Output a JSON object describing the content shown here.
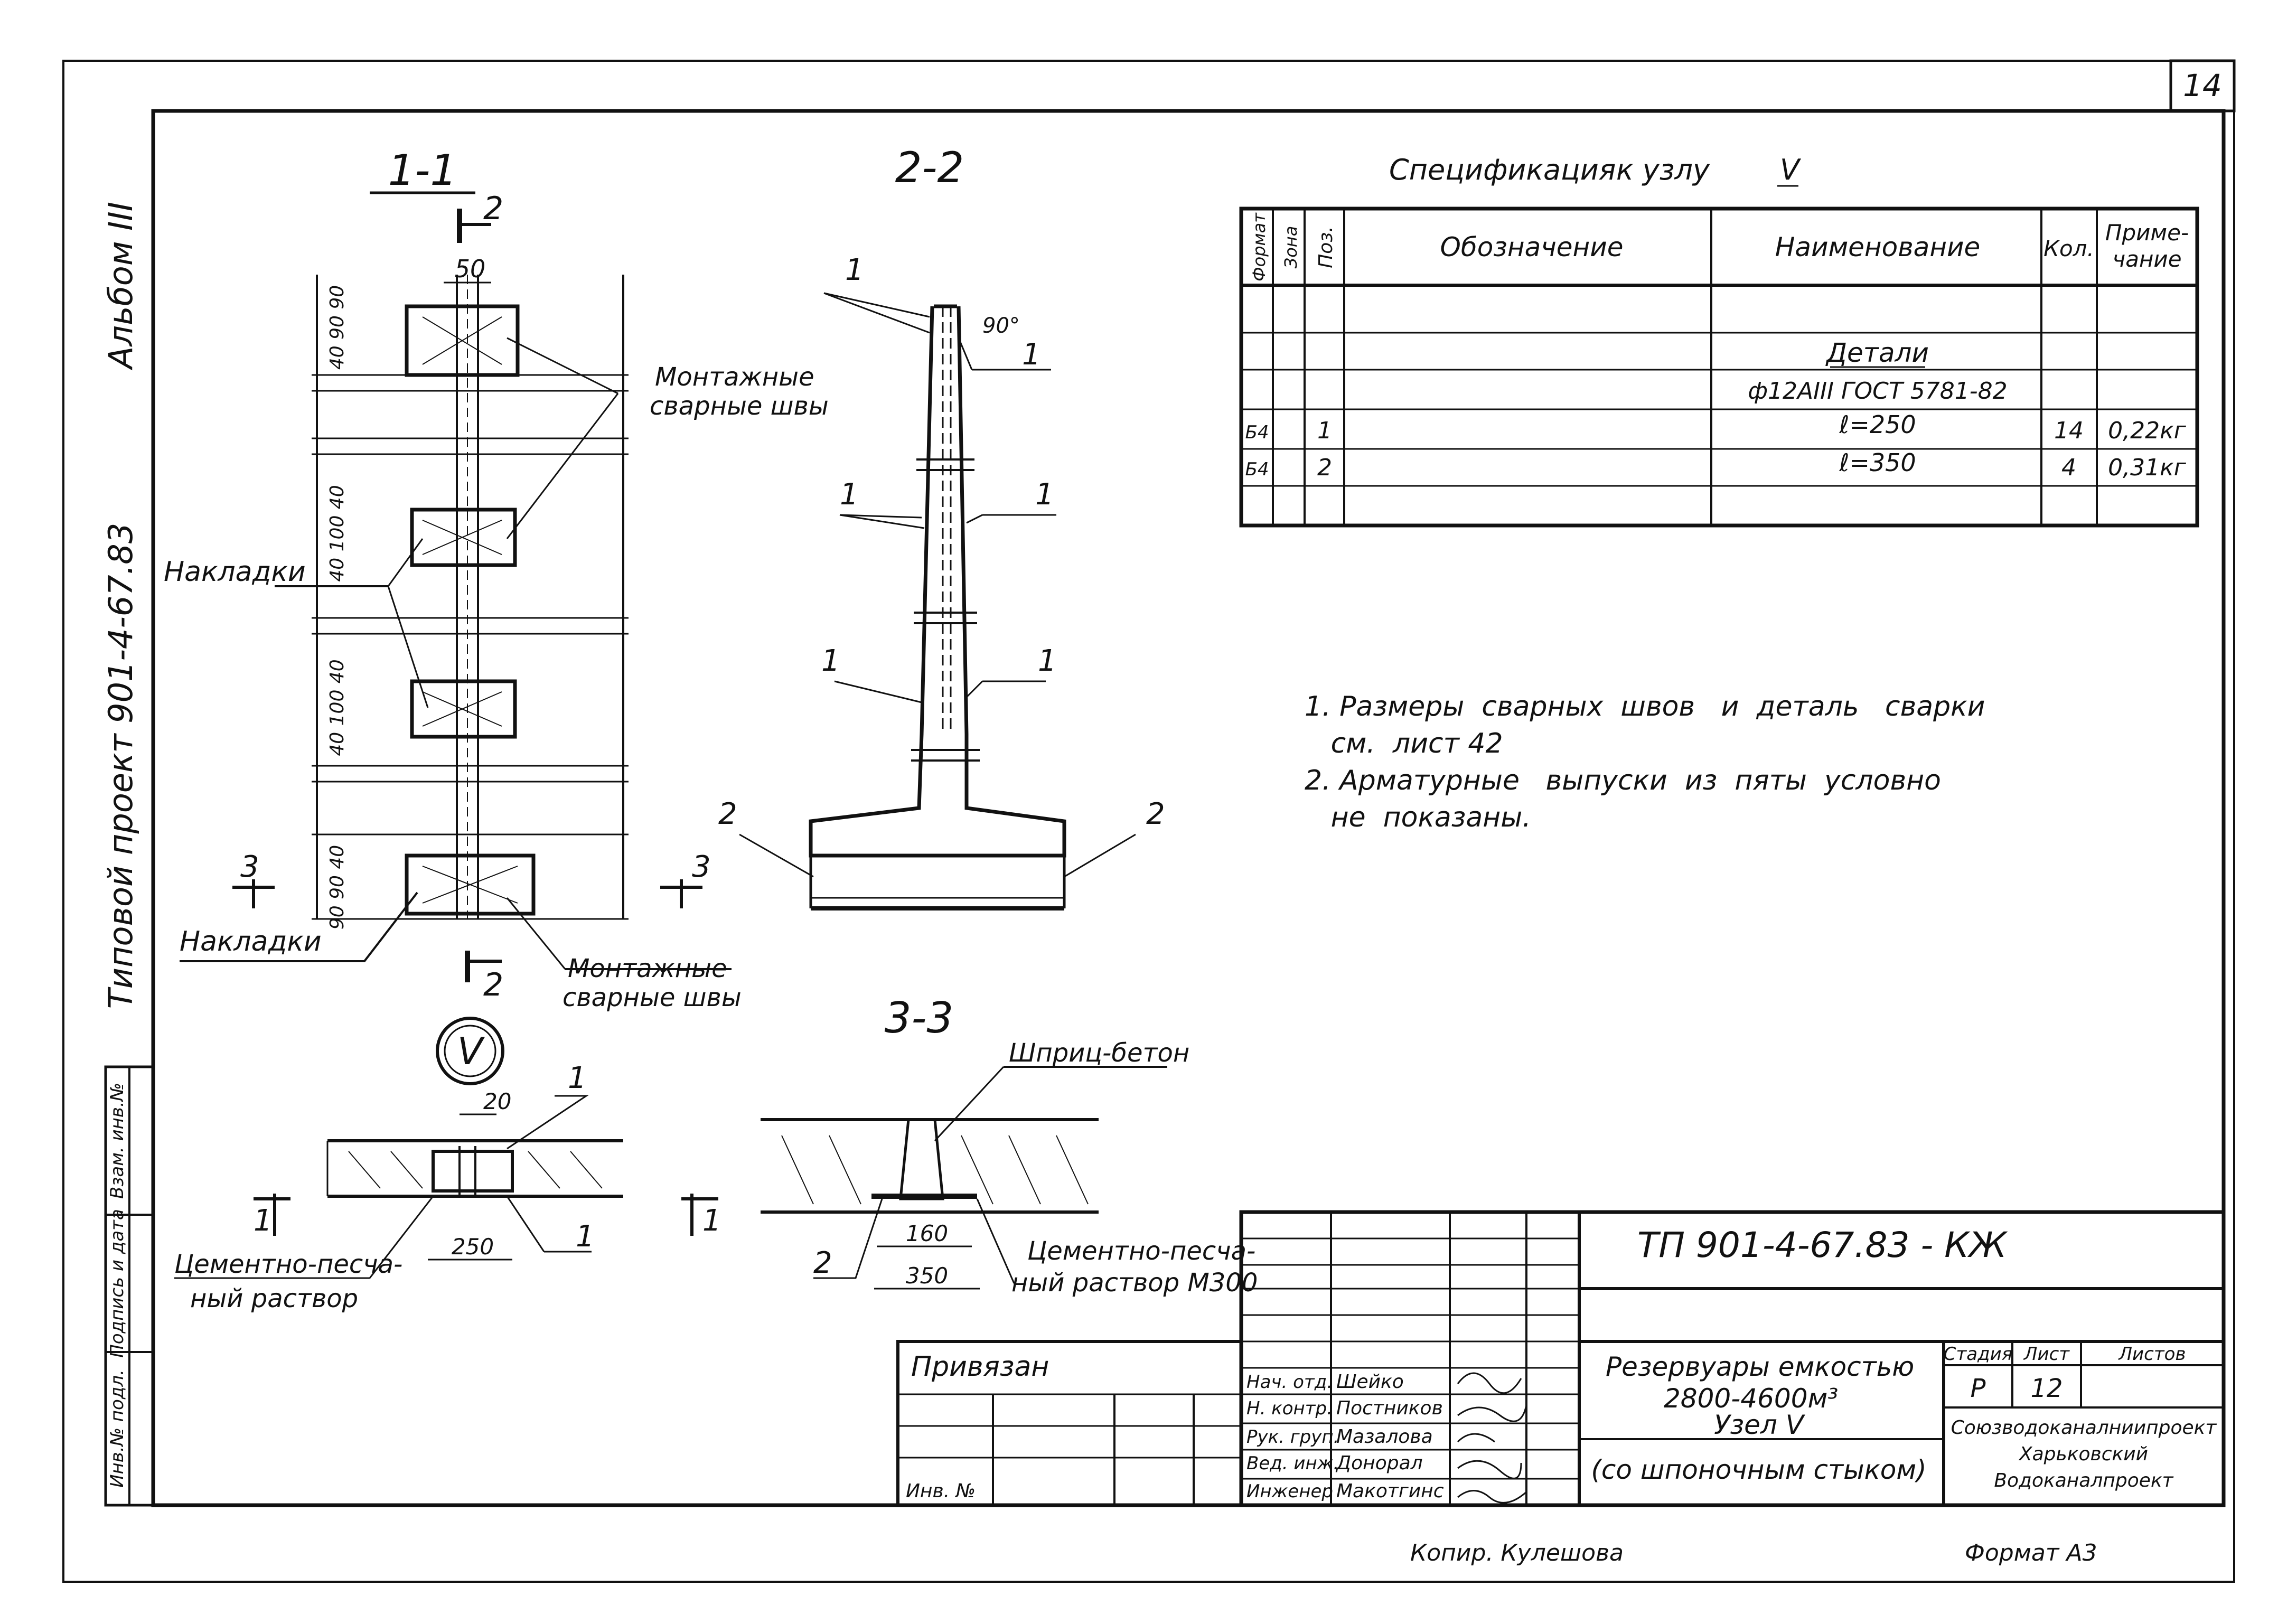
{
  "sheet": {
    "sheet_number": "14",
    "copied_by": "Копир.  Кулешова",
    "format": "Формат  А3"
  },
  "side_stamp": {
    "album": "Альбом III",
    "project": "Типовой проект 901-4-67.83",
    "cells": [
      "Взам. инв.№",
      "Подпись и дата",
      "Инв.№ подл."
    ]
  },
  "sections": {
    "s11": "1-1",
    "s22": "2-2",
    "s33": "3-3",
    "node": "V"
  },
  "labels": {
    "mount_welds": "Монтажные",
    "mount_welds2": "сварные швы",
    "overlays": "Накладки",
    "overlays2": "Накладки",
    "mount_welds_b": "Монтажные",
    "mount_welds_b2": "сварные швы",
    "shotcrete": "Шприц-бетон",
    "mortar_a": "Цементно-песча-",
    "mortar_a2": "ный раствор",
    "mortar_b": "Цементно-песча-",
    "mortar_b2": "ный раствор М300"
  },
  "dims": {
    "d50": "50",
    "d20": "20",
    "d250": "250",
    "d160": "160",
    "d350": "350",
    "angle": "90°",
    "v1": "40 90 90",
    "v2": "40 100 40",
    "v3": "40 100 40",
    "v4": "90 90 40"
  },
  "marks": {
    "one": "1",
    "two": "2",
    "three": "3"
  },
  "spec": {
    "title": "Спецификация",
    "title2": "к узлу",
    "title_node": "V",
    "headers": [
      "Формат",
      "Зона",
      "Поз.",
      "Обозначение",
      "Наименование",
      "Кол.",
      "Приме-",
      "чание"
    ],
    "group_title": "Детали",
    "material": "ф12АIII  ГОСТ 5781-82",
    "rows": [
      {
        "format": "Б4",
        "pos": "1",
        "name": "ℓ=250",
        "qty": "14",
        "note": "0,22кг"
      },
      {
        "format": "Б4",
        "pos": "2",
        "name": "ℓ=350",
        "qty": "4",
        "note": "0,31кг"
      }
    ]
  },
  "notes": [
    "1. Размеры  сварных  швов   и  деталь   сварки",
    "   см.  лист 42",
    "2. Арматурные   выпуски  из  пяты  условно",
    "   не  показаны."
  ],
  "title_block": {
    "code": "ТП 901-4-67.83 - КЖ",
    "privyazan": "Привязан",
    "inv": "Инв. №",
    "roles": [
      "Нач. отд.",
      "Н. контр.",
      "Рук. груп.",
      "Вед. инж.",
      "Инженер"
    ],
    "names": [
      "Шейко",
      "Постников",
      "Мазалова",
      "Донорал",
      "Макотгинс"
    ],
    "object": "Резервуары  емкостью",
    "object2": "2800-4600м³",
    "node_title": "Узел V",
    "node_sub": "(со шпоночным  стыком)",
    "stage_h": "Стадия",
    "sheet_h": "Лист",
    "sheets_h": "Листов",
    "stage": "Р",
    "sheet": "12",
    "org1": "Союзводоканалниипроект",
    "org2": "Харьковский",
    "org3": "Водоканалпроект"
  }
}
